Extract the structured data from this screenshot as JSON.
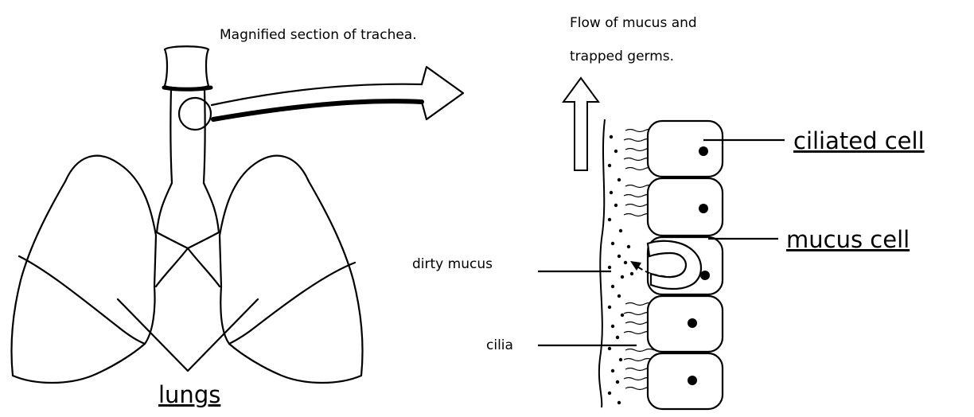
{
  "caption": "Magnified section of trachea.",
  "flow_label": {
    "line1": "Flow of mucus and",
    "line2": "trapped germs."
  },
  "labels": {
    "ciliated_cell": "ciliated cell",
    "mucus_cell": "mucus cell",
    "dirty_mucus": "dirty mucus",
    "cilia": "cilia",
    "lungs": "lungs"
  }
}
